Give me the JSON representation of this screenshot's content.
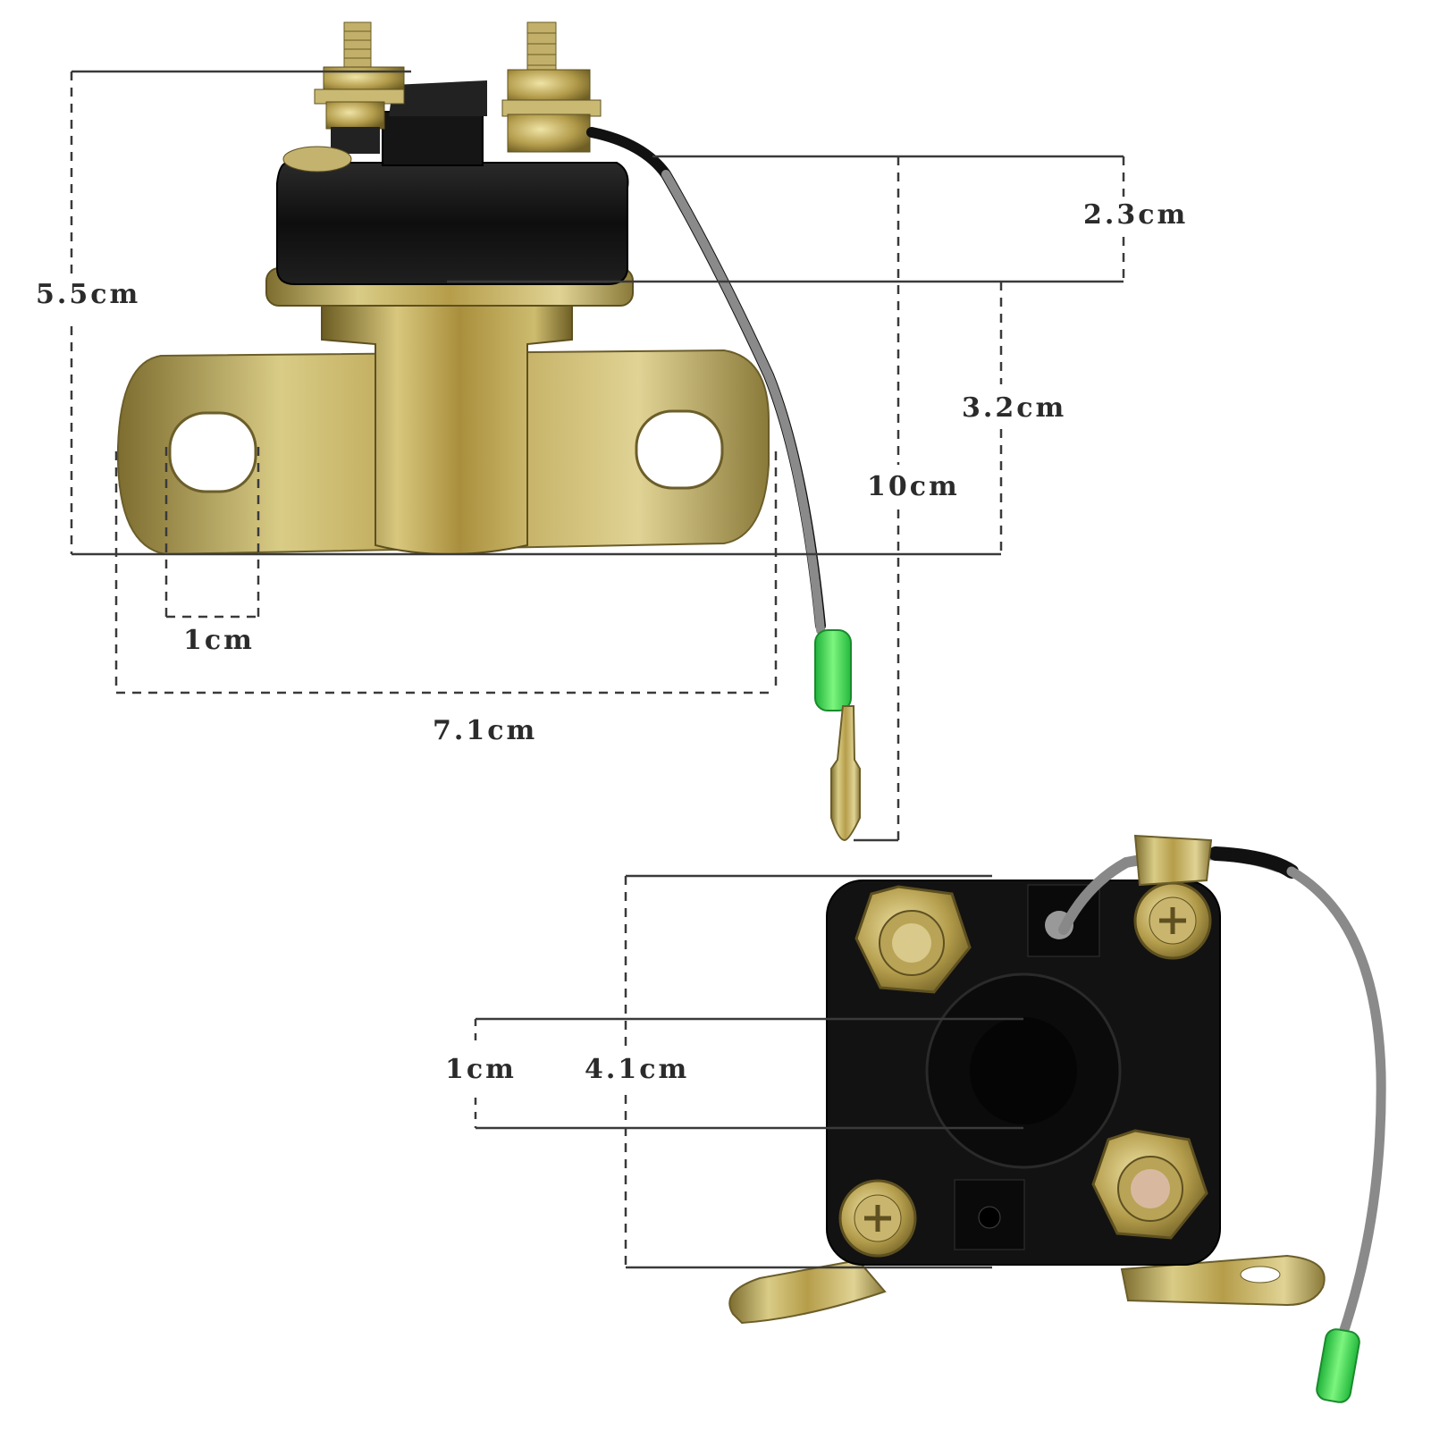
{
  "dimensions": {
    "height_total_side": "5.5cm",
    "cap_height": "2.3cm",
    "body_height": "3.2cm",
    "wire_length": "10cm",
    "hole_width": "1cm",
    "bracket_width": "7.1cm",
    "top_hole": "1cm",
    "top_width": "4.1cm"
  },
  "colors": {
    "dimension_line": "#3a3a3a",
    "cap_black": "#111111",
    "brass": "#b9a45a",
    "wire_gray": "#8a8a8a",
    "connector_green": "#35d24a"
  },
  "views": [
    {
      "name": "side-view"
    },
    {
      "name": "top-view"
    }
  ]
}
